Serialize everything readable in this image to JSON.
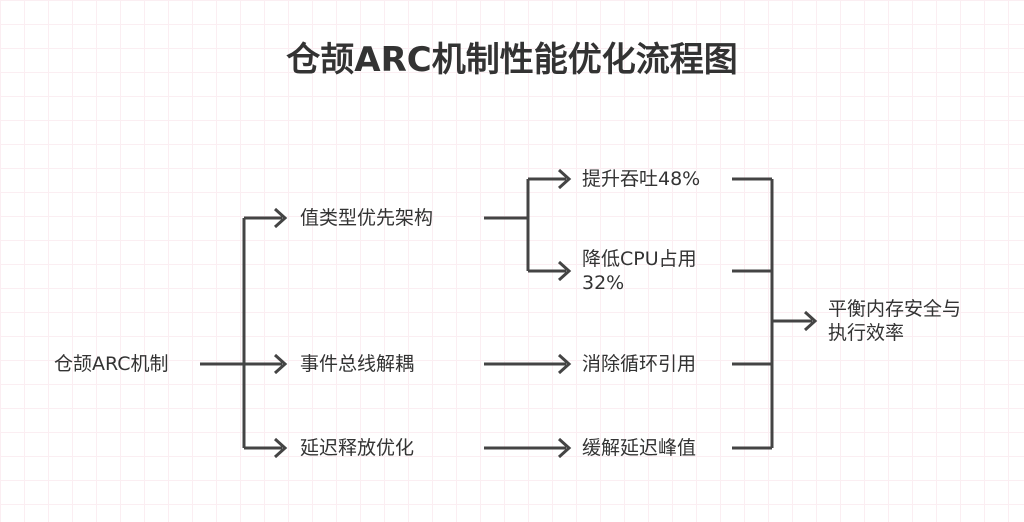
{
  "title": "仓颉ARC机制性能优化流程图",
  "nodes": {
    "root": "仓颉ARC机制",
    "value_type": "值类型优先架构",
    "event_bus": "事件总线解耦",
    "delay_release": "延迟释放优化",
    "throughput": "提升吞吐48%",
    "cpu_line1": "降低CPU占用",
    "cpu_line2": "32%",
    "eliminate_cycle": "消除循环引用",
    "ease_latency": "缓解延迟峰值",
    "result_line1": "平衡内存安全与",
    "result_line2": "执行效率"
  },
  "colors": {
    "text": "#333333",
    "edge": "#444444",
    "grid": "#fbeef2"
  }
}
